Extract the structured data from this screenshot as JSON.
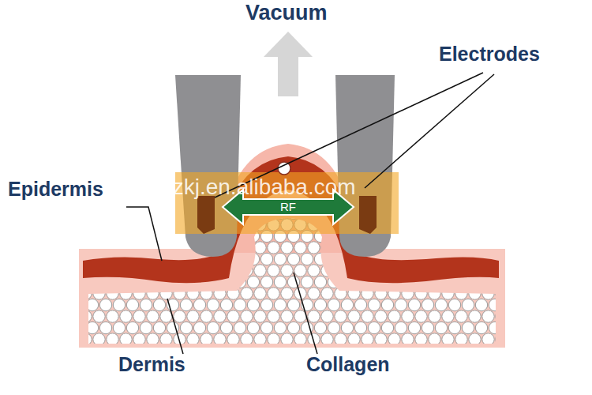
{
  "diagram": {
    "labels": [
      "Vacuum",
      "Electrodes",
      "Epidermis",
      "RF",
      "Dermis",
      "Collagen",
      "hnpzkj.en.alibaba.com"
    ]
  }
}
